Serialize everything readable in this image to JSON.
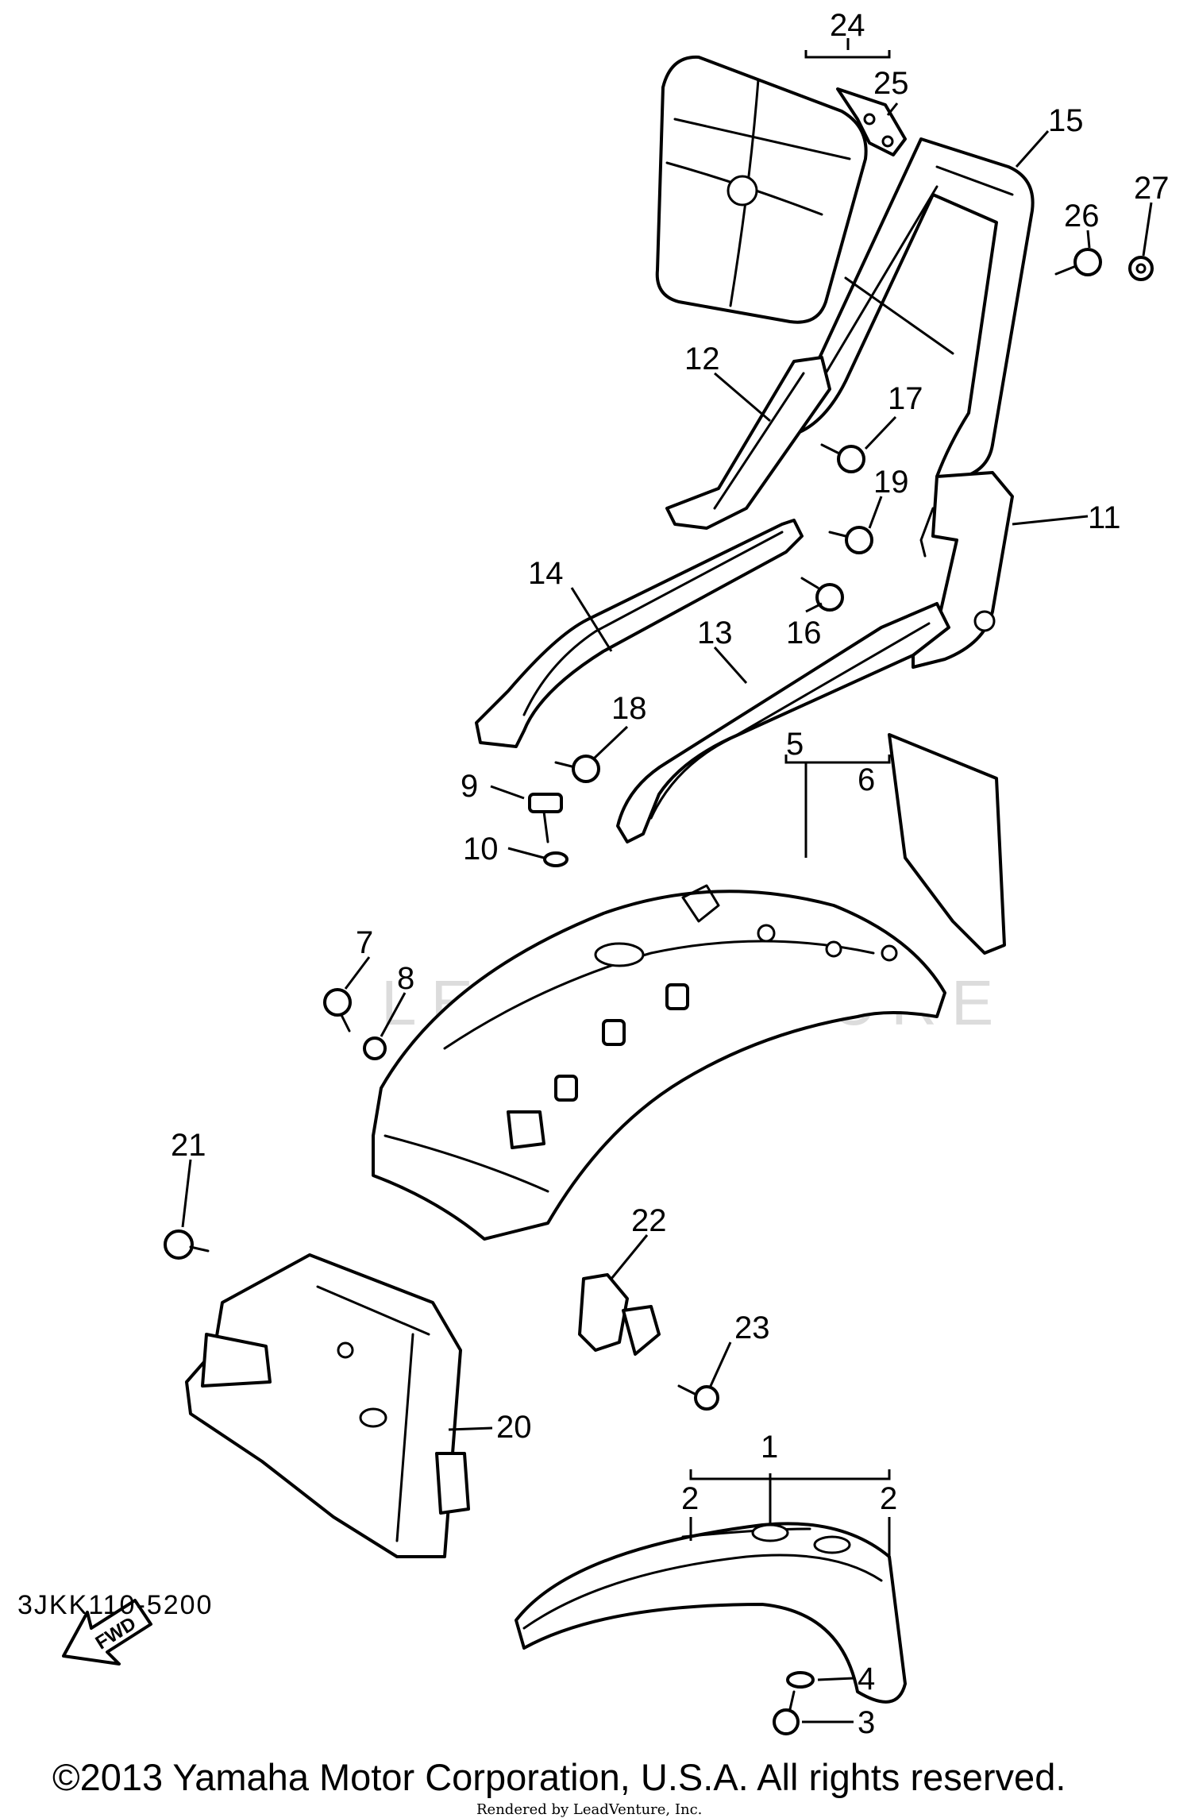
{
  "diagram": {
    "code": "3JKK110-5200",
    "watermark": "LEADVENTURE",
    "fwd_label": "FWD",
    "callouts": [
      "1",
      "2",
      "2",
      "3",
      "4",
      "5",
      "6",
      "7",
      "8",
      "9",
      "10",
      "11",
      "12",
      "13",
      "14",
      "15",
      "16",
      "17",
      "18",
      "19",
      "20",
      "21",
      "22",
      "23",
      "24",
      "25",
      "26",
      "27"
    ]
  },
  "footer": {
    "copyright": "©2013 Yamaha Motor Corporation, U.S.A. All rights reserved.",
    "rendered_by": "Rendered by LeadVenture, Inc."
  }
}
